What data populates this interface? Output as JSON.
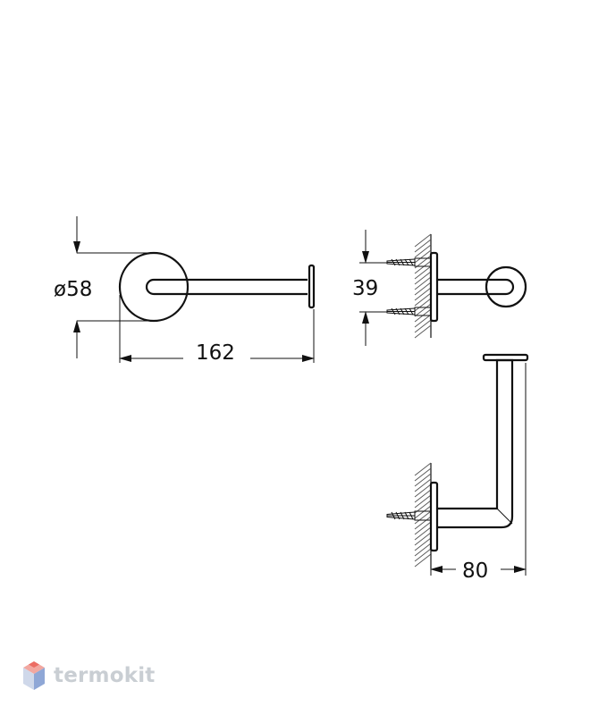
{
  "dimensions": {
    "diameter": "ø58",
    "length": "162",
    "mount_spacing": "39",
    "projection": "80"
  },
  "watermark": {
    "text": "termokit",
    "icon": "hexagon-cube-logo",
    "colors": {
      "light": "#cfd8ea",
      "mid": "#8fa7d6",
      "accent": "#e8463c"
    }
  },
  "colors": {
    "line": "#111111",
    "hatch": "#555555"
  }
}
